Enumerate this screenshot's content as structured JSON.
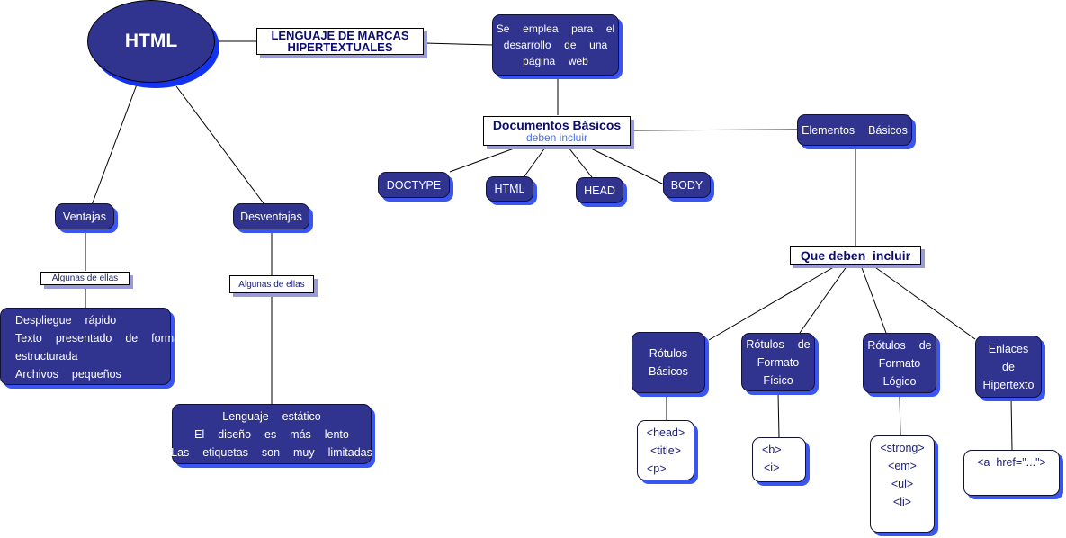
{
  "root": {
    "label": "HTML"
  },
  "definition": {
    "line1": "LENGUAJE DE MARCAS",
    "line2": "HIPERTEXTUALES"
  },
  "purpose": {
    "lines": [
      "Se  emplea  para  el",
      "desarrollo  de  una",
      "página  web"
    ]
  },
  "documentos_basicos": {
    "title": "Documentos Básicos",
    "subtitle": "deben incluir",
    "items": [
      "DOCTYPE",
      "HTML",
      "HEAD",
      "BODY"
    ]
  },
  "elementos_basicos": {
    "label": "Elementos  Básicos"
  },
  "que_deben_incluir": {
    "label": "Que deben  incluir"
  },
  "ventajas": {
    "label": "Ventajas",
    "connector": "Algunas de ellas",
    "items": [
      "Despliegue  rápido",
      "Texto  presentado  de  forma",
      "estructurada",
      "Archivos  pequeños"
    ]
  },
  "desventajas": {
    "label": "Desventajas",
    "connector": "Algunas de ellas",
    "items": [
      "Lenguaje  estático",
      "El  diseño  es  más  lento",
      "Las  etiquetas  son  muy  limitadas"
    ]
  },
  "categories": [
    {
      "lines": [
        "Rótulos",
        "Básicos"
      ],
      "tags": [
        "<head>",
        "<title>",
        "<p>"
      ]
    },
    {
      "lines": [
        "Rótulos  de",
        "Formato",
        "Físico"
      ],
      "tags": [
        "<b>",
        "<i>"
      ]
    },
    {
      "lines": [
        "Rótulos  de",
        "Formato",
        "Lógico"
      ],
      "tags": [
        "<strong>",
        "<em>",
        "<ul>",
        "<li>"
      ]
    },
    {
      "lines": [
        "Enlaces",
        "de",
        "Hipertexto"
      ],
      "tags": [
        "<a  href=\"...\">"
      ]
    }
  ],
  "colors": {
    "node_fill": "#30348f",
    "node_shadow": "#3a55f0",
    "label_text": "#0b0b72",
    "subtitle_text": "#4a6fe0",
    "tag_text": "#1d2079",
    "line": "#000000"
  }
}
